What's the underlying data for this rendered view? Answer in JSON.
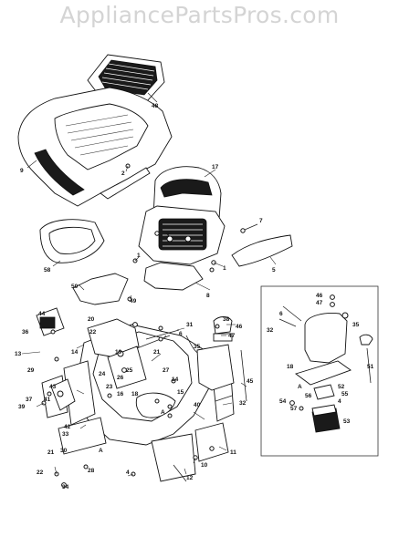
{
  "watermark": "AppliancePartsPros.com",
  "callouts": {
    "p48": "48",
    "p9": "9",
    "p2": "2",
    "p17": "17",
    "p3": "3",
    "p7": "7",
    "p1a": "1",
    "p1b": "1",
    "p5": "5",
    "p58": "58",
    "p8": "8",
    "p50": "50",
    "p49": "49",
    "p44": "44",
    "p36": "36",
    "p13": "13",
    "p14a": "14",
    "p29": "29",
    "p20": "20",
    "p22a": "22",
    "p19": "19",
    "p21a": "21",
    "p6a": "6",
    "p31": "31",
    "p38": "38",
    "p46a": "46",
    "p47a": "47",
    "p35a": "35",
    "p24": "24",
    "p25": "25",
    "p26": "26",
    "p27": "27",
    "p14b": "14",
    "p23": "23",
    "p16": "16",
    "p18a": "18",
    "p15": "15",
    "p45": "45",
    "p40": "40",
    "p32a": "32",
    "p37": "37",
    "p39": "39",
    "p43": "43",
    "p41": "41",
    "p42": "42",
    "p33": "33",
    "pA1": "A",
    "pA2": "A",
    "p11": "11",
    "p21b": "21",
    "p30": "30",
    "p28": "28",
    "p22b": "22",
    "p34": "34",
    "p4a": "4",
    "p10": "10",
    "p12": "12",
    "i46": "46",
    "i47": "47",
    "i6": "6",
    "i32": "32",
    "i35": "35",
    "i18": "18",
    "i51": "51",
    "iA": "A",
    "i52": "52",
    "i54": "54",
    "i56": "56",
    "i4": "4",
    "i55": "55",
    "i57": "57",
    "i53": "53"
  }
}
